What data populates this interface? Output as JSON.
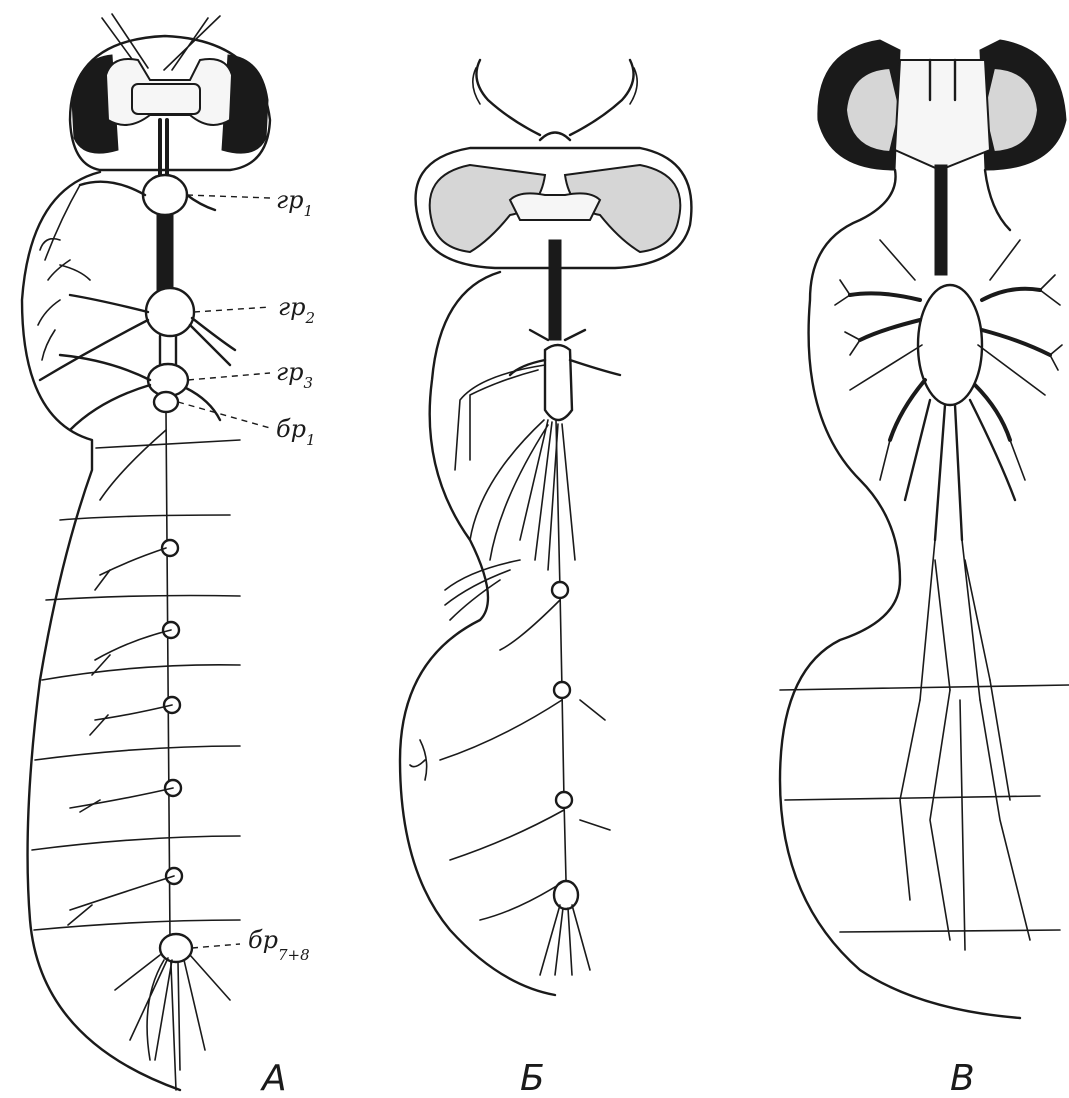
{
  "labels": {
    "gr1": {
      "base": "гр",
      "sub": "1"
    },
    "gr2": {
      "base": "гр",
      "sub": "2"
    },
    "gr3": {
      "base": "гр",
      "sub": "3"
    },
    "br1": {
      "base": "бр",
      "sub": "1"
    },
    "br78": {
      "base": "бр",
      "sub": "7+8"
    }
  },
  "panels": {
    "a": "А",
    "b": "Б",
    "c": "В"
  }
}
